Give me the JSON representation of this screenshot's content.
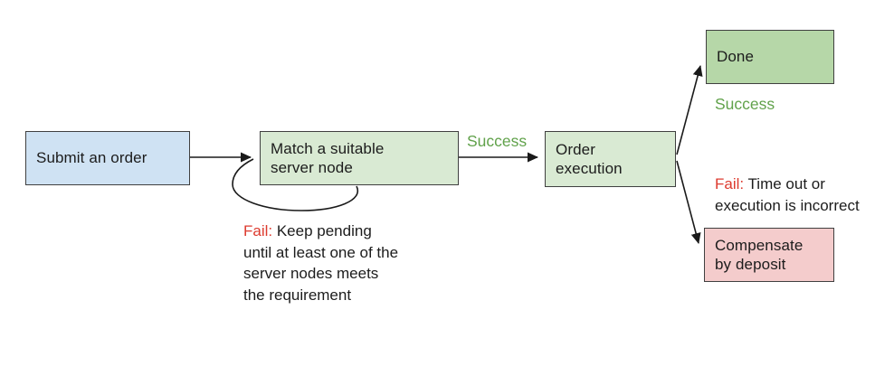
{
  "diagram": {
    "nodes": {
      "submit": {
        "label": "Submit an order",
        "color": "#cfe2f3"
      },
      "match": {
        "lines": [
          "Match a suitable",
          "server node"
        ],
        "color": "#d9ead3"
      },
      "order": {
        "lines": [
          "Order",
          "execution"
        ],
        "color": "#d9ead3"
      },
      "done": {
        "label": "Done",
        "color": "#b6d7a8"
      },
      "compensate": {
        "lines": [
          "Compensate",
          "by deposit"
        ],
        "color": "#f4cccc"
      }
    },
    "edge_labels": {
      "success_to_order": "Success",
      "success_done": "Success"
    },
    "fail_notes": {
      "pending": {
        "prefix": "Fail:",
        "first_line_rest": " Keep pending",
        "lines": [
          "until at least one of the",
          "server nodes meets",
          "the requirement"
        ]
      },
      "timeout": {
        "prefix": "Fail:",
        "first_line_rest": " Time out or",
        "lines": [
          "execution is incorrect"
        ]
      }
    },
    "colors": {
      "node_border": "#404040",
      "arrow": "#1a1a1a",
      "success_text": "#61a24b",
      "fail_text": "#dd3b2f",
      "text": "#1c1c1c",
      "background": "#ffffff"
    }
  }
}
